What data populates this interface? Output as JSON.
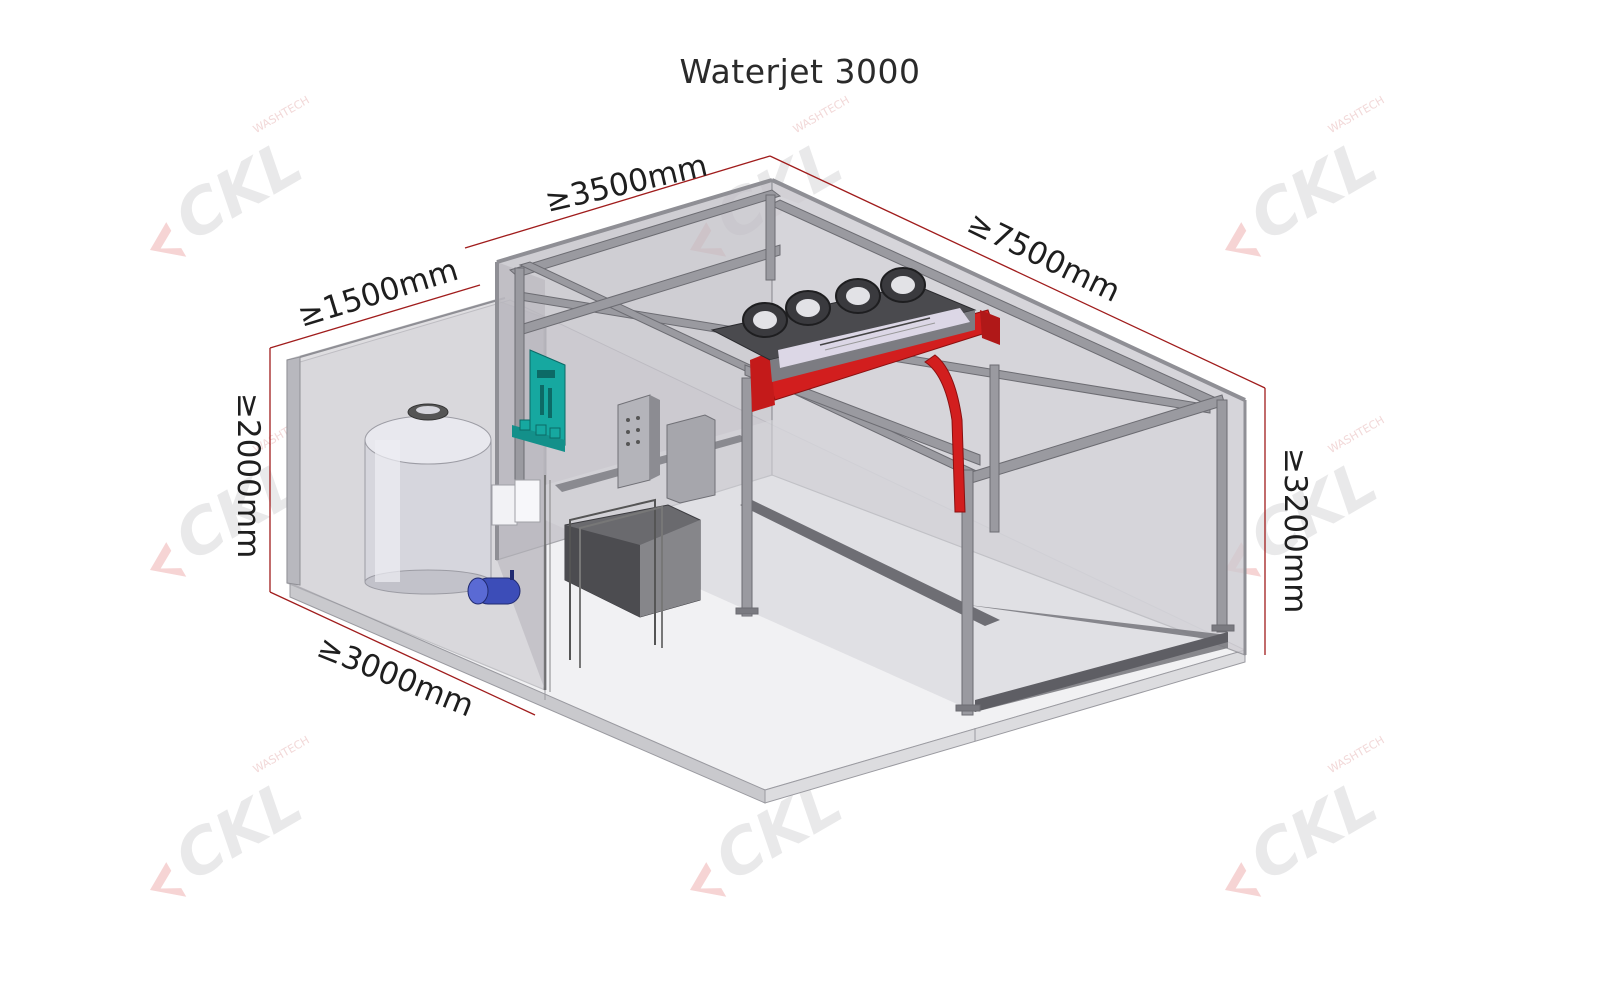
{
  "title": "Waterjet 3000",
  "watermark": {
    "brand": "CKL",
    "sub": "WASHTECH"
  },
  "dimensions": {
    "machine_width": "≥3500mm",
    "machine_length": "≥7500mm",
    "machine_height": "≥3200mm",
    "room_width": "≥1500mm",
    "room_length": "≥3000mm",
    "room_height": "≥2000mm"
  },
  "colors": {
    "dimension_line": "#a01c1c",
    "gantry_red": "#d21e1e",
    "frame_grey": "#8c8c90",
    "control_panel": "#16a8a0",
    "tank": "#d6d6dd",
    "air_tank": "#3c4db8"
  }
}
